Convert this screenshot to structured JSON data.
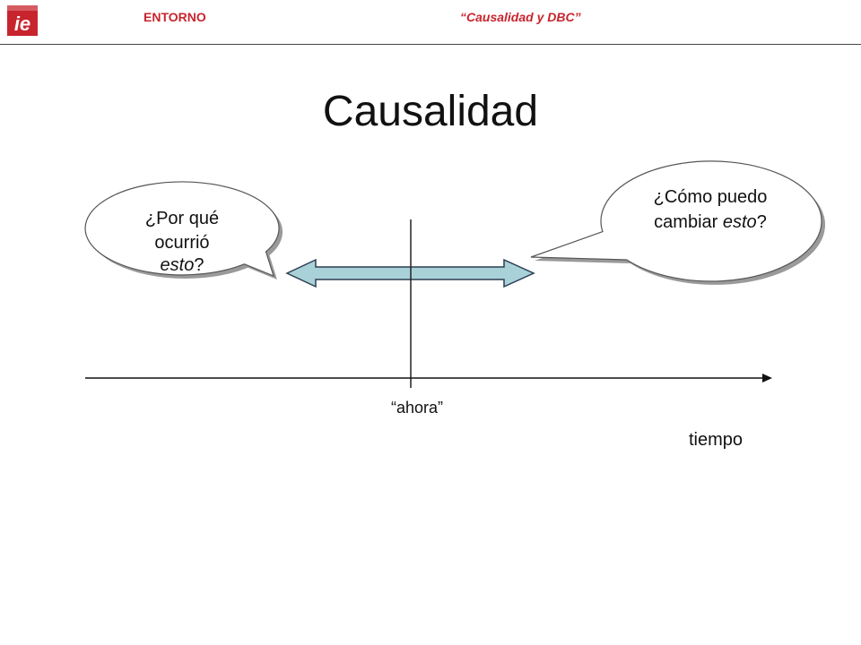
{
  "header": {
    "logo_text": "ie",
    "section": "ENTORNO",
    "subtitle": "“Causalidad y DBC”"
  },
  "title": "Causalidad",
  "bubbles": {
    "past": {
      "line1": "¿Por qué",
      "line2": "ocurrió",
      "line3_italic": "esto",
      "line3_end": "?"
    },
    "future": {
      "line1": "¿Cómo puedo",
      "line2_start": "cambiar ",
      "line2_italic": "esto",
      "line2_end": "?"
    }
  },
  "timeline": {
    "now_label": "“ahora”",
    "axis_label": "tiempo"
  },
  "colors": {
    "brand_red": "#c8242e",
    "arrow_fill": "#a8d1d8",
    "bubble_shadow": "#9a9a9a"
  }
}
